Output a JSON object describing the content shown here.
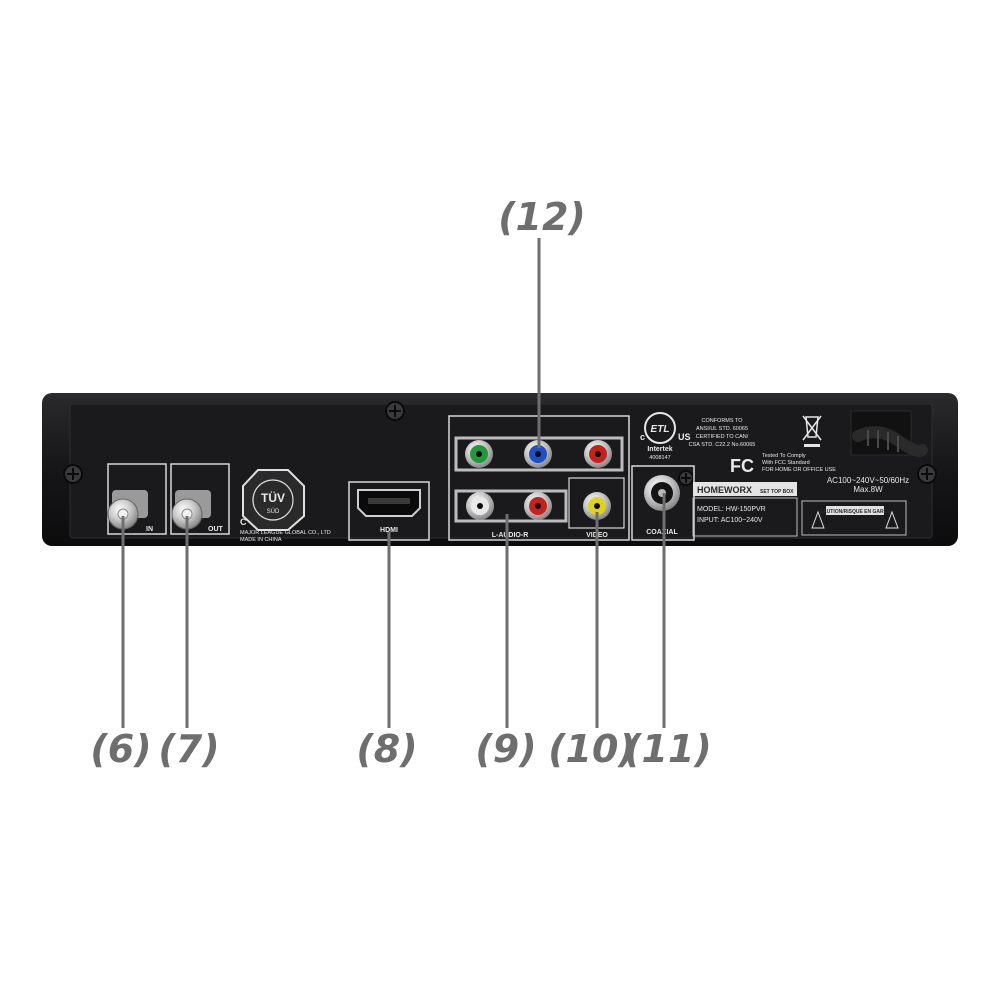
{
  "callouts": {
    "c6": "(6)",
    "c7": "(7)",
    "c8": "(8)",
    "c9": "(9)",
    "c10": "(10)",
    "c11": "(11)",
    "c12": "(12)"
  },
  "panel": {
    "rf_in": "IN",
    "rf_out": "OUT",
    "tuv": "TÜV",
    "tuv_sub": "SÜD",
    "maker_line1": "MAJOR LEAGUE GLOBAL CO., LTD",
    "maker_line2": "MADE IN CHINA",
    "hdmi": "HDMI",
    "audio": "L-AUDIO-R",
    "video": "VIDEO",
    "coaxial": "COAXIAL",
    "cert_c": "c",
    "cert_us": "US",
    "intertek": "Intertek",
    "intertek_no": "4008147",
    "conforms": [
      "CONFORMS TO",
      "ANSI/UL STD. 60065",
      "CERTIFIED TO CAN/",
      "CSA STD. C22.2 No.60065"
    ],
    "fcc": "FC",
    "fcc_text": [
      "Tested To Comply",
      "With FCC Standard",
      "FOR HOME OR OFFICE USE"
    ],
    "power": "AC100~240V~50/60Hz",
    "power_max": "Max.8W",
    "brand": "HOMEWORX",
    "brand_sub": "SET TOP BOX",
    "model": "MODEL:  HW-150PVR",
    "input": "INPUT: AC100~240V",
    "caution": "CAUTION/RISQUE EN GARDE"
  },
  "colors": {
    "callout": "#6e6e6e",
    "device": "#1c1c1e",
    "component_green": "#1f9a3b",
    "component_blue": "#1f4fc4",
    "component_red": "#c4221c",
    "audio_white": "#e9e9e9",
    "video_yellow": "#e0d21a"
  }
}
